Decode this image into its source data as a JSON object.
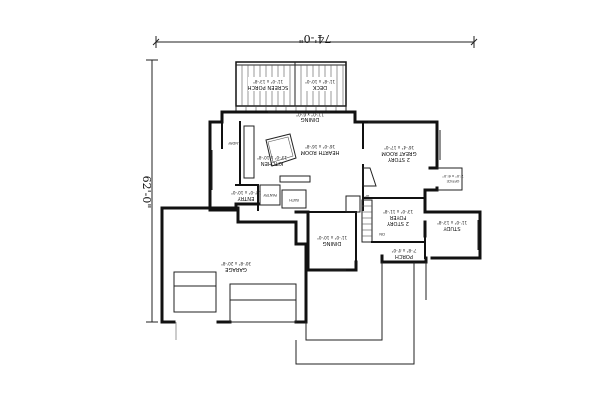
{
  "overall": {
    "width": "74'-0\"",
    "depth": "62'-0\""
  },
  "rooms": {
    "deck": {
      "name": "DECK",
      "dims": "11'-8\" x 10'-0\""
    },
    "screen_porch": {
      "name": "SCREEN PORCH",
      "dims": "11'-0\" x 13'-8\""
    },
    "dining_top": {
      "name": "DINING",
      "dims": "11'-0\" x 6'-0\""
    },
    "laundry": {
      "name": "LNDRY"
    },
    "hearth_room": {
      "name": "HEARTH ROOM",
      "dims": "16'-0\" x 16'-8\""
    },
    "great_room": {
      "name_line1": "2 STORY",
      "name_line2": "GREAT ROOM",
      "dims": "16'-4\" x 17'-0\""
    },
    "kitchen": {
      "name": "KITCHEN",
      "dims": "13'-0\" x 10'-8\""
    },
    "office": {
      "name": "OFFICE",
      "dims": "7'-0\" x 6'-0\""
    },
    "entry": {
      "name": "ENTRY",
      "dims": "12'-0\" x 10'-0\""
    },
    "pantry": {
      "name": "PANTRY"
    },
    "bath": {
      "name": "BATH"
    },
    "foyer": {
      "name_line1": "2 STORY",
      "name_line2": "FOYER",
      "dims": "13'-0\" x 11'-8\""
    },
    "study": {
      "name": "STUDY",
      "dims": "11'-0\" x 13'-8\""
    },
    "dining": {
      "name": "DINING",
      "dims": "11'-0\" x 10'-0\""
    },
    "porch": {
      "name": "PORCH",
      "dims": "7'-8\" x 4'-0\""
    },
    "garage": {
      "name": "GARAGE",
      "dims": "30'-8\" x 20'-8\""
    }
  },
  "markers": {
    "up": "UP",
    "dn": "DN"
  }
}
